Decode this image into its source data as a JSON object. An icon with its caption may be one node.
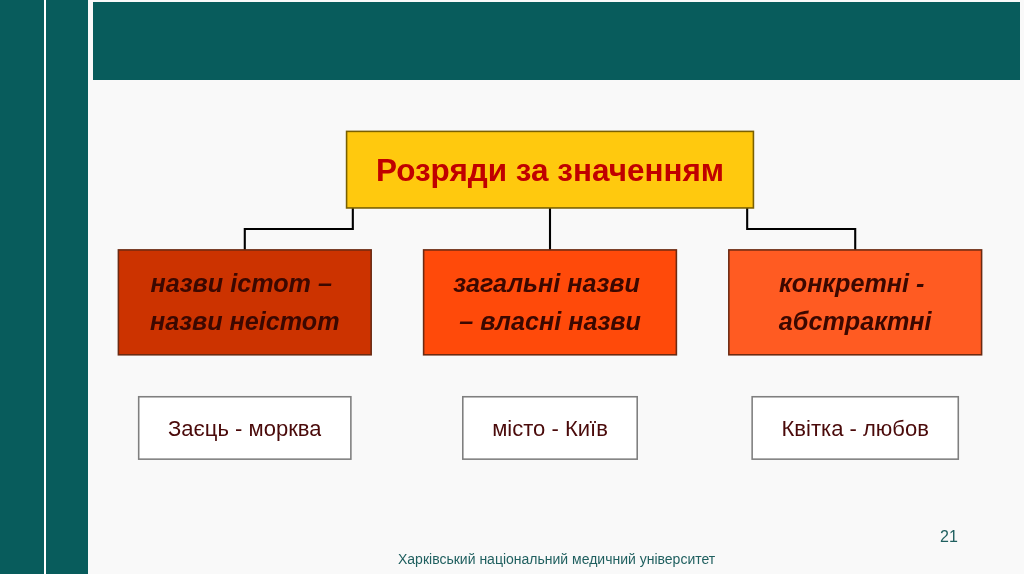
{
  "diagram": {
    "nodes": [
      {
        "text": [
          "Розряди за значенням"
        ]
      },
      {
        "text": [
          "назви істот – назви неістот"
        ]
      },
      {
        "text": [
          "загальні назви – власні назви"
        ]
      },
      {
        "text": [
          "конкретні - абстрактні"
        ]
      },
      {
        "text": [
          "Заєць - морква"
        ]
      },
      {
        "text": [
          "місто - Київ"
        ]
      },
      {
        "text": [
          "Квітка - любов"
        ]
      }
    ],
    "edges": [
      {
        "from": 0,
        "to": 1,
        "arrow": "none"
      },
      {
        "from": 0,
        "to": 2,
        "arrow": "none"
      },
      {
        "from": 0,
        "to": 3,
        "arrow": "none"
      }
    ],
    "labels": [
      "21",
      "Харківський національний медичний університет"
    ]
  }
}
